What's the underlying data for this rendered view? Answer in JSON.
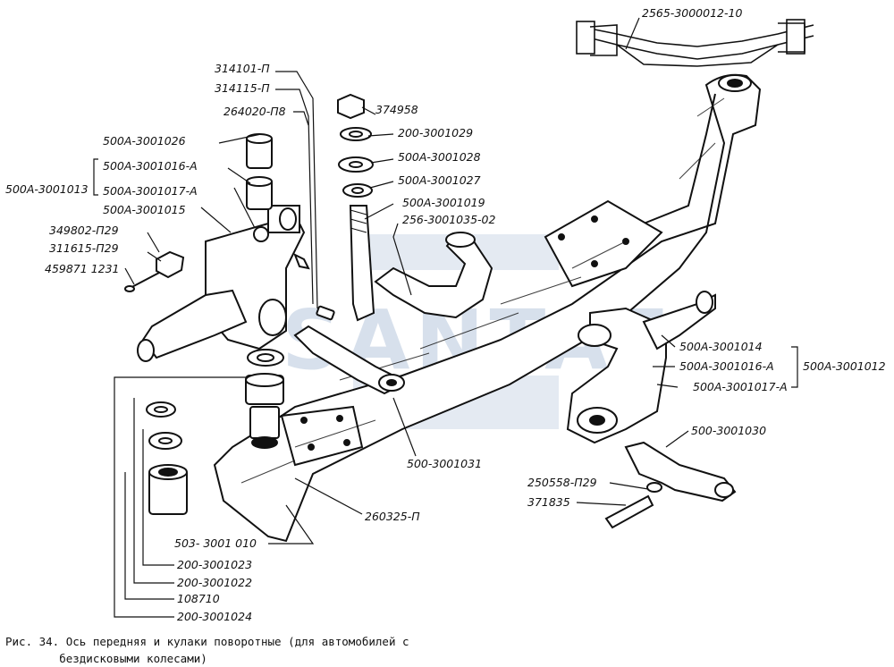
{
  "watermark": "SANTAF",
  "labels": {
    "assembly_top": "2565-3000012-10",
    "p314101": "314101-П",
    "p314115": "314115-П",
    "p264020": "264020-П8",
    "p374958": "374958",
    "p200_3001029": "200-3001029",
    "p500A_3001028": "500А-3001028",
    "p500A_3001027": "500А-3001027",
    "p500A_3001019": "500А-3001019",
    "p256_3001035": "256-3001035-02",
    "p500A_3001026": "500А-3001026",
    "p500A_3001013": "500А-3001013",
    "p500A_3001016A_left": "500А-3001016-А",
    "p500A_3001017A_left": "500А-3001017-А",
    "p500A_3001015": "500А-3001015",
    "p349802": "349802-П29",
    "p311615": "311615-П29",
    "p459871": "459871 1231",
    "p500A_3001014": "500А-3001014",
    "p500A_3001016A_right": "500А-3001016-А",
    "p500A_3001017A_right": "500А-3001017-А",
    "p500A_3001012": "500А-3001012",
    "p500_3001030": "500-3001030",
    "p500_3001031": "500-3001031",
    "p250558": "250558-П29",
    "p371835": "371835",
    "p260325": "260325-П",
    "p503_3001010": "503- 3001 010",
    "p200_3001023": "200-3001023",
    "p200_3001022": "200-3001022",
    "p108710": "108710",
    "p200_3001024": "200-3001024"
  },
  "caption": {
    "line1": "Рис. 34. Ось передняя и кулаки поворотные (для автомобилей с",
    "line2": "        бездисковыми колесами)"
  }
}
